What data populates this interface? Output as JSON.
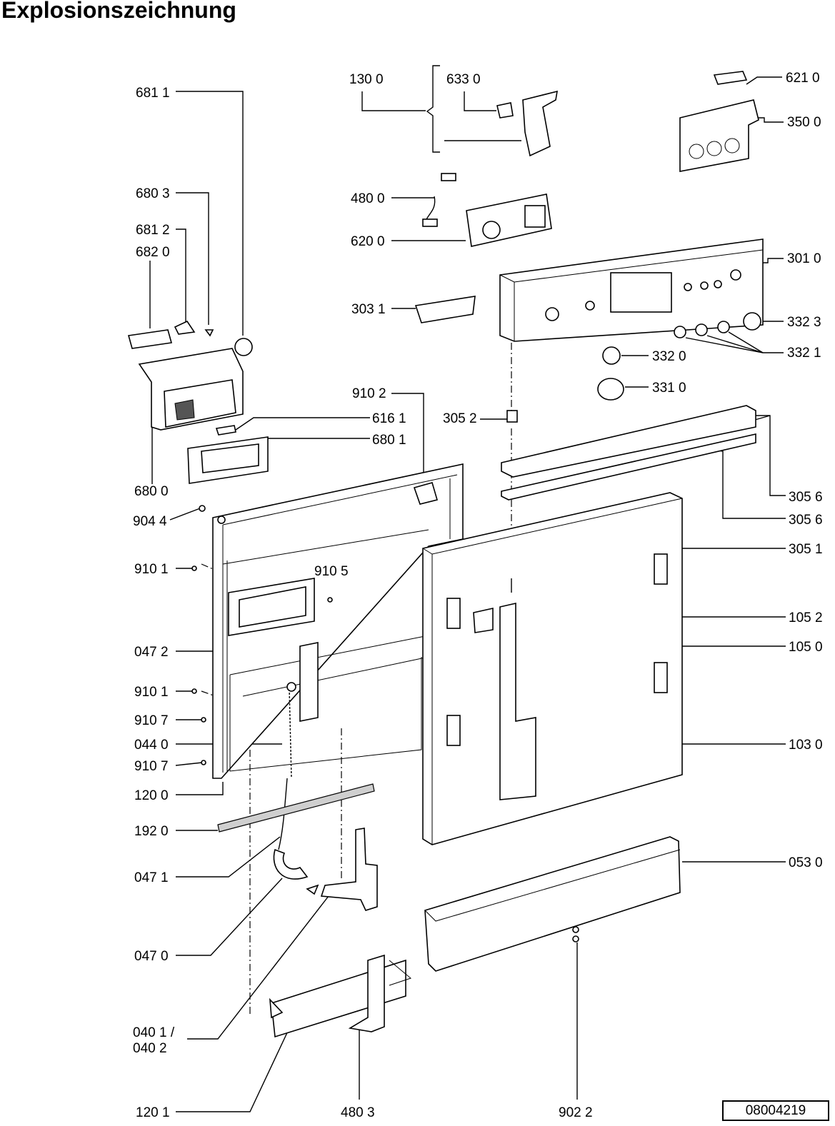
{
  "title": "Explosionszeichnung",
  "drawing_number": "08004219",
  "part_labels": {
    "p6811": "681 1",
    "p6803": "680 3",
    "p6812": "681 2",
    "p6820": "682 0",
    "p1300": "130 0",
    "p6330": "633 0",
    "p6210": "621 0",
    "p3500": "350 0",
    "p4800": "480 0",
    "p6200": "620 0",
    "p3010": "301 0",
    "p3031": "303 1",
    "p3323": "332 3",
    "p3321": "332 1",
    "p3320": "332 0",
    "p3310": "331 0",
    "p9102": "910 2",
    "p6161": "616 1",
    "p3052": "305 2",
    "p6801": "680 1",
    "p6800": "680 0",
    "p3056a": "305 6",
    "p3056b": "305 6",
    "p9044": "904 4",
    "p3051": "305 1",
    "p9101a": "910 1",
    "p9105": "910 5",
    "p1052": "105 2",
    "p1050": "105 0",
    "p0472": "047 2",
    "p9101b": "910 1",
    "p9107a": "910 7",
    "p0440": "044 0",
    "p1030": "103 0",
    "p9107b": "910 7",
    "p1200": "120 0",
    "p1920": "192 0",
    "p0471": "047 1",
    "p0530": "053 0",
    "p0470": "047 0",
    "p0401": "040 1 /",
    "p0402": "040 2",
    "p1201": "120 1",
    "p4803": "480 3",
    "p9022": "902 2"
  }
}
